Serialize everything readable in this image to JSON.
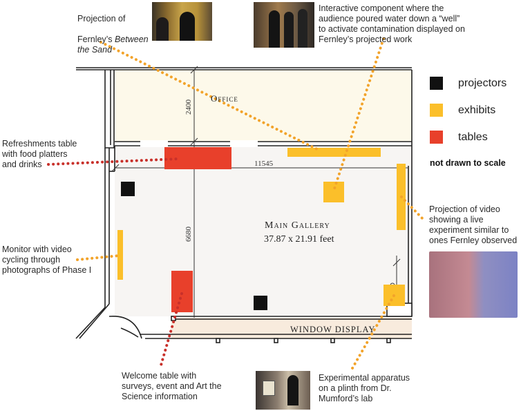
{
  "colors": {
    "projector": "#111111",
    "exhibit": "#fbbf2a",
    "table": "#e8402b",
    "leader_orange": "#f2a32a",
    "leader_red": "#c8302a",
    "office_fill": "#fdf9ea",
    "gallery_fill": "#f7f5f3",
    "window_fill": "#f8ebdd"
  },
  "legend": [
    {
      "label": "projectors",
      "color_key": "projector"
    },
    {
      "label": "exhibits",
      "color_key": "exhibit"
    },
    {
      "label": "tables",
      "color_key": "table"
    }
  ],
  "note": "not drawn to scale",
  "rooms": {
    "office": "Office",
    "main_gallery": "Main Gallery",
    "gallery_size": "37.87  x 21.91 feet",
    "window_display": "WINDOW DISPLAY"
  },
  "dimensions": {
    "office_height": "2400",
    "gallery_width": "11545",
    "gallery_height": "6680"
  },
  "annotations": {
    "projection_fernley_line1": "Projection of",
    "projection_fernley_line2_prefix": "Fernley’s ",
    "projection_fernley_italic": "Between\nthe Sand",
    "interactive": "Interactive component where the\naudience poured water down a “well”\nto activate contamination displayed on\nFernley’s projected work",
    "refreshments": "Refreshments table\nwith food platters\nand drinks",
    "video_experiment": "Projection of video\nshowing a live\nexperiment similar to\nones Fernley observed",
    "monitor": "Monitor with video\ncycling through\nphotographs of Phase I",
    "welcome": "Welcome table with\nsurveys, event and Art the\nScience information",
    "apparatus": "Experimental apparatus\non a plinth from Dr.\nMumford’s lab"
  }
}
